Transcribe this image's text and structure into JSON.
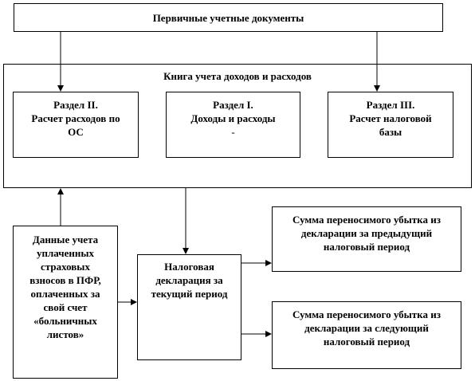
{
  "diagram": {
    "primary_docs": {
      "label": "Первичные учетные документы"
    },
    "book": {
      "title": "Книга учета доходов и расходов",
      "section2": {
        "lines": [
          "Раздел II.",
          "Расчет расходов по",
          "ОС"
        ]
      },
      "section1": {
        "lines": [
          "Раздел I.",
          "Доходы и расходы",
          "-"
        ]
      },
      "section3": {
        "lines": [
          "Раздел III.",
          "Расчет налоговой",
          "базы"
        ]
      }
    },
    "pfr_data": {
      "lines": [
        "Данные учета",
        "уплаченных",
        "страховых",
        "взносов в ПФР,",
        "оплаченных за",
        "свой счет",
        "«больничных",
        "листов»"
      ]
    },
    "declaration": {
      "lines": [
        "Налоговая",
        "декларация за",
        "текущий период"
      ]
    },
    "loss_prev": {
      "lines": [
        "Сумма переносимого убытка из",
        "декларации за предыдущий",
        "налоговый период"
      ]
    },
    "loss_next": {
      "lines": [
        "Сумма переносимого убытка из",
        "декларации за следующий",
        "налоговый период"
      ]
    }
  }
}
